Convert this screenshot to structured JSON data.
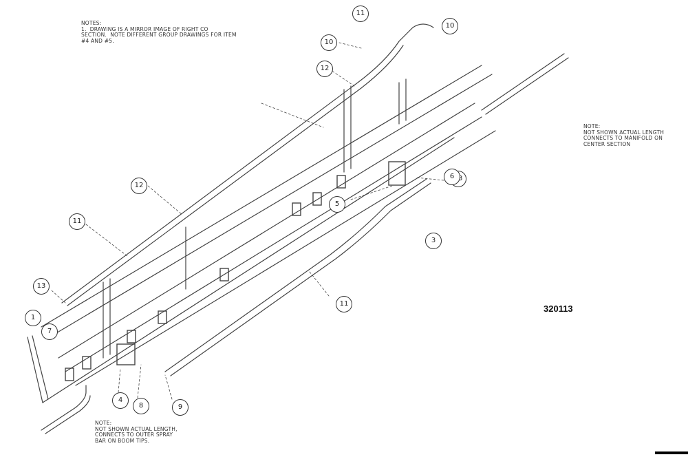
{
  "notes": {
    "top": "NOTES:\n1.  DRAWING IS A MIRROR IMAGE OF RIGHT CO\nSECTION.  NOTE DIFFERENT GROUP DRAWINGS FOR ITEM\n#4 AND #5.",
    "right": "NOTE:\nNOT SHOWN ACTUAL LENGTH\nCONNECTS TO MANIFOLD ON\nCENTER SECTION",
    "bottom": "NOTE:\nNOT SHOWN ACTUAL LENGTH,\nCONNECTS TO OUTER SPRAY\nBAR ON BOOM TIPS."
  },
  "drawing_number": "320113",
  "callouts": {
    "c1": "11",
    "c2": "10",
    "c3": "10",
    "c4": "12",
    "c5": "13",
    "c6": "11",
    "c7": "12",
    "c8": "13",
    "c9": "1",
    "c10": "7",
    "c11": "4",
    "c12": "8",
    "c13": "9",
    "c14": "11",
    "c15": "3",
    "c16": "5",
    "c17": "6"
  }
}
